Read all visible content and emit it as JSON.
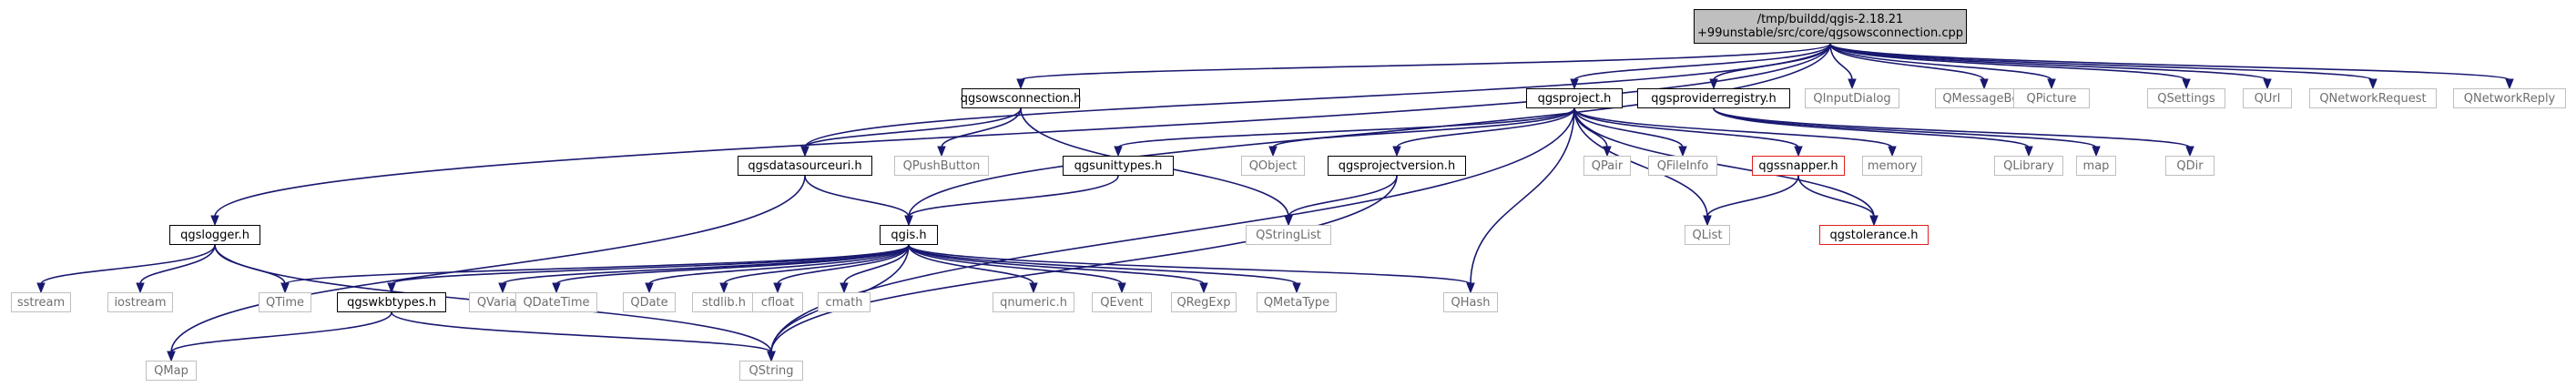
{
  "graph": {
    "type": "include-dependency-graph",
    "root": "qgsowsconnection_cpp",
    "colors": {
      "edge": "#191970",
      "focus_fill": "#bfbfbf",
      "normal_border": "#000000",
      "external_border": "#bfbfbf",
      "warning_border": "#e11e1e"
    },
    "nodes": {
      "qgsowsconnection_cpp": {
        "label": "/tmp/buildd/qgis-2.18.21\n+99unstable/src/core/qgsowsconnection.cpp",
        "kind": "focus"
      },
      "qgsowsconnection_h": {
        "label": "qgsowsconnection.h",
        "kind": "normal"
      },
      "qgsdatasourceuri_h": {
        "label": "qgsdatasourceuri.h",
        "kind": "normal"
      },
      "qgslogger_h": {
        "label": "qgslogger.h",
        "kind": "normal"
      },
      "qgis_h": {
        "label": "qgis.h",
        "kind": "normal"
      },
      "qgsproject_h": {
        "label": "qgsproject.h",
        "kind": "normal"
      },
      "qgsproviderregistry_h": {
        "label": "qgsproviderregistry.h",
        "kind": "normal"
      },
      "qgsunittypes_h": {
        "label": "qgsunittypes.h",
        "kind": "normal"
      },
      "qgsprojectversion_h": {
        "label": "qgsprojectversion.h",
        "kind": "normal"
      },
      "qgswkbtypes_h": {
        "label": "qgswkbtypes.h",
        "kind": "normal"
      },
      "qgssnapper_h": {
        "label": "qgssnapper.h",
        "kind": "warning"
      },
      "qgstolerance_h": {
        "label": "qgstolerance.h",
        "kind": "warning"
      },
      "QInputDialog": {
        "label": "QInputDialog",
        "kind": "external"
      },
      "QMessageBox": {
        "label": "QMessageBox",
        "kind": "external"
      },
      "QPicture": {
        "label": "QPicture",
        "kind": "external"
      },
      "QSettings": {
        "label": "QSettings",
        "kind": "external"
      },
      "QUrl": {
        "label": "QUrl",
        "kind": "external"
      },
      "QNetworkRequest": {
        "label": "QNetworkRequest",
        "kind": "external"
      },
      "QNetworkReply": {
        "label": "QNetworkReply",
        "kind": "external"
      },
      "QPushButton": {
        "label": "QPushButton",
        "kind": "external"
      },
      "QStringList": {
        "label": "QStringList",
        "kind": "external"
      },
      "QObject": {
        "label": "QObject",
        "kind": "external"
      },
      "QPair": {
        "label": "QPair",
        "kind": "external"
      },
      "QFileInfo": {
        "label": "QFileInfo",
        "kind": "external"
      },
      "memory": {
        "label": "memory",
        "kind": "external"
      },
      "QLibrary": {
        "label": "QLibrary",
        "kind": "external"
      },
      "map": {
        "label": "map",
        "kind": "external"
      },
      "QDir": {
        "label": "QDir",
        "kind": "external"
      },
      "QList": {
        "label": "QList",
        "kind": "external"
      },
      "sstream": {
        "label": "sstream",
        "kind": "external"
      },
      "iostream": {
        "label": "iostream",
        "kind": "external"
      },
      "QTime": {
        "label": "QTime",
        "kind": "external"
      },
      "QVariant": {
        "label": "QVariant",
        "kind": "external"
      },
      "QDateTime": {
        "label": "QDateTime",
        "kind": "external"
      },
      "QDate": {
        "label": "QDate",
        "kind": "external"
      },
      "stdlib_h": {
        "label": "stdlib.h",
        "kind": "external"
      },
      "cfloat": {
        "label": "cfloat",
        "kind": "external"
      },
      "cmath": {
        "label": "cmath",
        "kind": "external"
      },
      "qnumeric_h": {
        "label": "qnumeric.h",
        "kind": "external"
      },
      "QEvent": {
        "label": "QEvent",
        "kind": "external"
      },
      "QRegExp": {
        "label": "QRegExp",
        "kind": "external"
      },
      "QMetaType": {
        "label": "QMetaType",
        "kind": "external"
      },
      "QHash": {
        "label": "QHash",
        "kind": "external"
      },
      "QMap": {
        "label": "QMap",
        "kind": "external"
      },
      "QString": {
        "label": "QString",
        "kind": "external"
      }
    },
    "edges": [
      [
        "qgsowsconnection_cpp",
        "qgsowsconnection_h"
      ],
      [
        "qgsowsconnection_cpp",
        "qgsdatasourceuri_h"
      ],
      [
        "qgsowsconnection_cpp",
        "qgslogger_h"
      ],
      [
        "qgsowsconnection_cpp",
        "qgis_h"
      ],
      [
        "qgsowsconnection_cpp",
        "qgsproject_h"
      ],
      [
        "qgsowsconnection_cpp",
        "qgsproviderregistry_h"
      ],
      [
        "qgsowsconnection_cpp",
        "QInputDialog"
      ],
      [
        "qgsowsconnection_cpp",
        "QMessageBox"
      ],
      [
        "qgsowsconnection_cpp",
        "QPicture"
      ],
      [
        "qgsowsconnection_cpp",
        "QSettings"
      ],
      [
        "qgsowsconnection_cpp",
        "QUrl"
      ],
      [
        "qgsowsconnection_cpp",
        "QNetworkRequest"
      ],
      [
        "qgsowsconnection_cpp",
        "QNetworkReply"
      ],
      [
        "qgsowsconnection_h",
        "qgsdatasourceuri_h"
      ],
      [
        "qgsowsconnection_h",
        "QPushButton"
      ],
      [
        "qgsowsconnection_h",
        "QStringList"
      ],
      [
        "qgsdatasourceuri_h",
        "qgis_h"
      ],
      [
        "qgsdatasourceuri_h",
        "QMap"
      ],
      [
        "qgslogger_h",
        "sstream"
      ],
      [
        "qgslogger_h",
        "iostream"
      ],
      [
        "qgslogger_h",
        "QTime"
      ],
      [
        "qgslogger_h",
        "QString"
      ],
      [
        "qgis_h",
        "QTime"
      ],
      [
        "qgis_h",
        "qgswkbtypes_h"
      ],
      [
        "qgis_h",
        "QVariant"
      ],
      [
        "qgis_h",
        "QDateTime"
      ],
      [
        "qgis_h",
        "QDate"
      ],
      [
        "qgis_h",
        "stdlib_h"
      ],
      [
        "qgis_h",
        "cfloat"
      ],
      [
        "qgis_h",
        "cmath"
      ],
      [
        "qgis_h",
        "qnumeric_h"
      ],
      [
        "qgis_h",
        "QEvent"
      ],
      [
        "qgis_h",
        "QRegExp"
      ],
      [
        "qgis_h",
        "QMetaType"
      ],
      [
        "qgis_h",
        "QHash"
      ],
      [
        "qgis_h",
        "QString"
      ],
      [
        "qgswkbtypes_h",
        "QMap"
      ],
      [
        "qgswkbtypes_h",
        "QString"
      ],
      [
        "qgsproject_h",
        "qgsunittypes_h"
      ],
      [
        "qgsproject_h",
        "QObject"
      ],
      [
        "qgsproject_h",
        "qgsprojectversion_h"
      ],
      [
        "qgsproject_h",
        "QPair"
      ],
      [
        "qgsproject_h",
        "QFileInfo"
      ],
      [
        "qgsproject_h",
        "qgssnapper_h"
      ],
      [
        "qgsproject_h",
        "memory"
      ],
      [
        "qgsproject_h",
        "QList"
      ],
      [
        "qgsproject_h",
        "qgstolerance_h"
      ],
      [
        "qgsproject_h",
        "QHash"
      ],
      [
        "qgsproject_h",
        "QString"
      ],
      [
        "qgsunittypes_h",
        "qgis_h"
      ],
      [
        "qgsprojectversion_h",
        "QStringList"
      ],
      [
        "qgsprojectversion_h",
        "QString"
      ],
      [
        "qgssnapper_h",
        "QList"
      ],
      [
        "qgssnapper_h",
        "qgstolerance_h"
      ],
      [
        "qgsproviderregistry_h",
        "QLibrary"
      ],
      [
        "qgsproviderregistry_h",
        "map"
      ],
      [
        "qgsproviderregistry_h",
        "QDir"
      ]
    ]
  }
}
